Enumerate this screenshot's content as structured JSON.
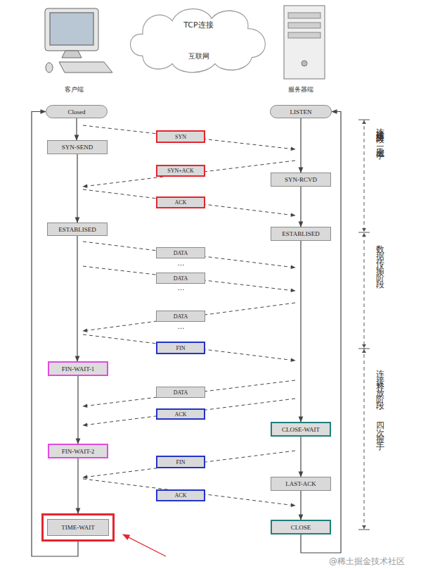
{
  "diagram": {
    "nodes": [
      {
        "text": [
          "TCP连接",
          "互联网"
        ]
      },
      {
        "text": [
          "Closed"
        ]
      },
      {
        "text": [
          "LISTEN"
        ]
      },
      {
        "text": [
          "SYN"
        ]
      },
      {
        "text": [
          "SYN-SEND"
        ]
      },
      {
        "text": [
          "SYN+ACK"
        ]
      },
      {
        "text": [
          "SYN-RCVD"
        ]
      },
      {
        "text": [
          "ACK"
        ]
      },
      {
        "text": [
          "ESTABLISED"
        ]
      },
      {
        "text": [
          "ESTABLISED"
        ]
      },
      {
        "text": [
          "DATA"
        ]
      },
      {
        "text": [
          "DATA"
        ]
      },
      {
        "text": [
          "DATA"
        ]
      },
      {
        "text": [
          "FIN"
        ]
      },
      {
        "text": [
          "FIN-WAIT-1"
        ]
      },
      {
        "text": [
          "DATA"
        ]
      },
      {
        "text": [
          "ACK"
        ]
      },
      {
        "text": [
          "CLOSE-WAIT"
        ]
      },
      {
        "text": [
          "FIN-WAIT-2"
        ]
      },
      {
        "text": [
          "FIN"
        ]
      },
      {
        "text": [
          "LAST-ACK"
        ]
      },
      {
        "text": [
          "ACK"
        ]
      },
      {
        "text": [
          "TIME-WAIT"
        ]
      },
      {
        "text": [
          "CLOSE"
        ]
      }
    ],
    "edges": [
      {
        "from": 1,
        "to": 4,
        "arrow": "to"
      },
      {
        "from": 4,
        "to": 8,
        "arrow": "to"
      },
      {
        "from": 8,
        "to": 14,
        "arrow": "to"
      },
      {
        "from": 14,
        "to": 18,
        "arrow": "to"
      },
      {
        "from": 18,
        "to": 22,
        "arrow": "to"
      },
      {
        "from": 22,
        "to": 1,
        "arrow": "to"
      },
      {
        "from": 2,
        "to": 6,
        "arrow": "to"
      },
      {
        "from": 6,
        "to": 9,
        "arrow": "to"
      },
      {
        "from": 9,
        "to": 17,
        "arrow": "to"
      },
      {
        "from": 17,
        "to": 20,
        "arrow": "to"
      },
      {
        "from": 20,
        "to": 23,
        "arrow": "to"
      },
      {
        "from": 23,
        "to": 2,
        "arrow": "to"
      }
    ],
    "labels": [
      "客户端",
      "服务器端",
      "…",
      "…",
      "…",
      "连接建立阶段：三次握手",
      "数据传输阶段",
      "连接释放阶段：四次握手",
      "@稀土掘金技术社区"
    ]
  }
}
